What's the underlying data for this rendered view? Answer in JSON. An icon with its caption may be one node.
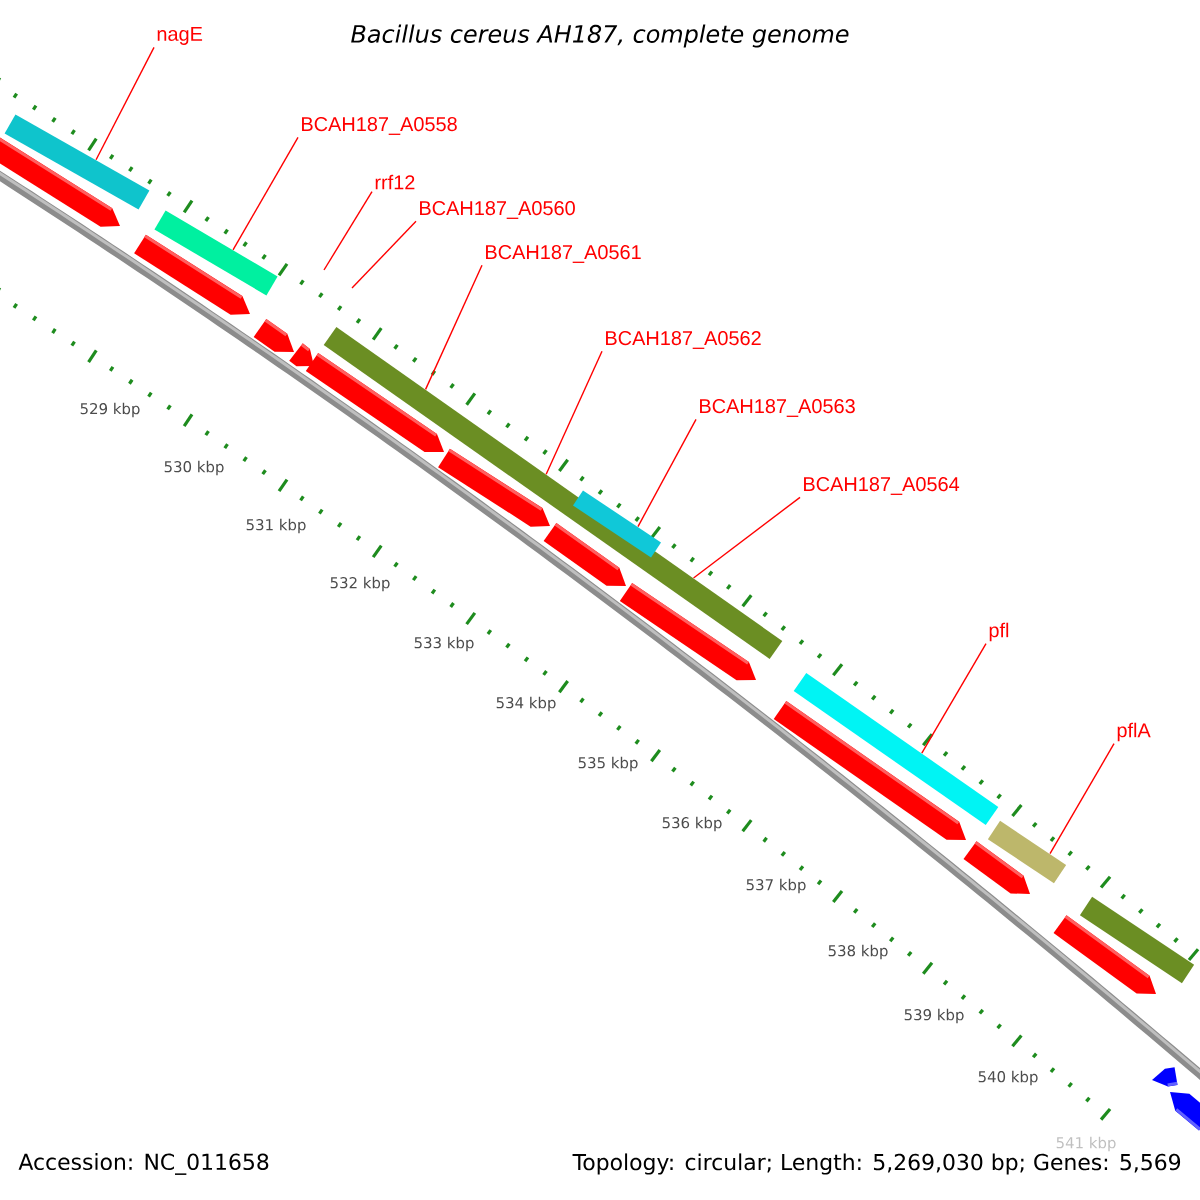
{
  "diagram": {
    "title": "Bacillus cereus AH187, complete genome",
    "nodes": [
      {
        "text": [
          "nagE"
        ]
      },
      {
        "text": [
          "BCAH187_A0558"
        ]
      },
      {
        "text": [
          "rrf12"
        ]
      },
      {
        "text": [
          "BCAH187_A0560"
        ]
      },
      {
        "text": [
          "BCAH187_A0561"
        ]
      },
      {
        "text": [
          "BCAH187_A0562"
        ]
      },
      {
        "text": [
          "BCAH187_A0563"
        ]
      },
      {
        "text": [
          "BCAH187_A0564"
        ]
      },
      {
        "text": [
          "pfl"
        ]
      },
      {
        "text": [
          "pflA"
        ]
      },
      {
        "text": [],
        "shape": "bar"
      },
      {
        "text": [],
        "shape": "bar"
      },
      {
        "text": [],
        "shape": "bar"
      },
      {
        "text": [],
        "shape": "bar"
      },
      {
        "text": [],
        "shape": "bar"
      },
      {
        "text": [],
        "shape": "bar"
      },
      {
        "text": [],
        "shape": "bar"
      }
    ],
    "edges": [
      {
        "from": 0,
        "to": 10,
        "arrow": "none"
      },
      {
        "from": 1,
        "to": 11,
        "arrow": "none"
      },
      {
        "from": 2,
        "to": null,
        "arrow": "none"
      },
      {
        "from": 3,
        "to": null,
        "arrow": "none"
      },
      {
        "from": 4,
        "to": 12,
        "arrow": "none"
      },
      {
        "from": 5,
        "to": 12,
        "arrow": "none"
      },
      {
        "from": 6,
        "to": 13,
        "arrow": "none"
      },
      {
        "from": 7,
        "to": 12,
        "arrow": "none"
      },
      {
        "from": 8,
        "to": 14,
        "arrow": "none"
      },
      {
        "from": 9,
        "to": 15,
        "arrow": "none"
      }
    ],
    "labels": [
      "529 kbp",
      "530 kbp",
      "531 kbp",
      "532 kbp",
      "533 kbp",
      "534 kbp",
      "535 kbp",
      "536 kbp",
      "537 kbp",
      "538 kbp",
      "539 kbp",
      "540 kbp",
      "541 kbp",
      "Accession: NC_011658",
      "Topology: circular; Length: 5,269,030 bp; Genes: 5,569"
    ]
  }
}
